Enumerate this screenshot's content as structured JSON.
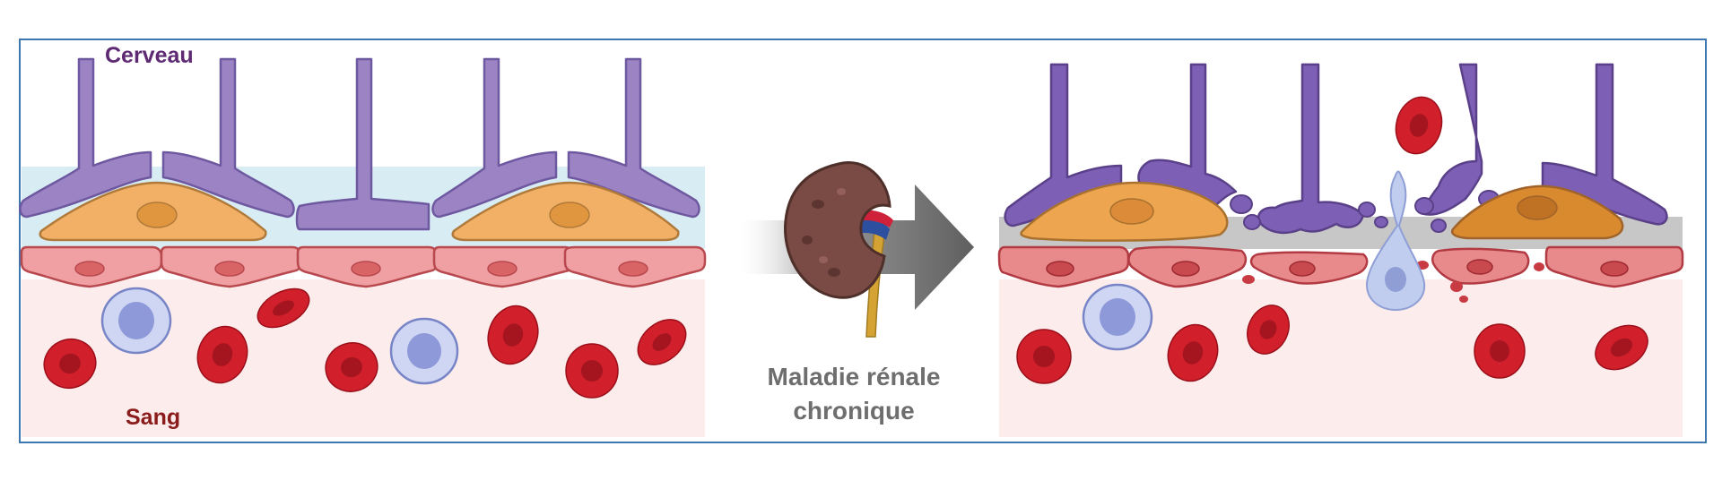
{
  "labels": {
    "brain": "Cerveau",
    "blood": "Sang",
    "condition": "Maladie rénale chronique"
  },
  "colors": {
    "frame": "#3f78b0",
    "astrocyte": "#9c84c4",
    "astrocyte_damaged": "#7d5fb5",
    "pericyte": "#f2b066",
    "endothelium": "#f0a0a2",
    "red_blood_cell": "#d21f2c",
    "leukocyte": "#b8c2ec",
    "blood_bg": "#fcecec",
    "basement_membrane": "#d8ecf4",
    "leak_fluid": "#c0cdef",
    "kidney": "#7a4b44",
    "arrow": "#6d6d6d",
    "brain_label": "#5e2a73",
    "blood_label": "#8a1c1c",
    "condition_label": "#6e6e6e"
  },
  "icons": {
    "kidney": "kidney-icon",
    "arrow": "right-arrow-icon",
    "red_blood_cell": "red-blood-cell-icon",
    "white_blood_cell": "white-blood-cell-icon"
  }
}
